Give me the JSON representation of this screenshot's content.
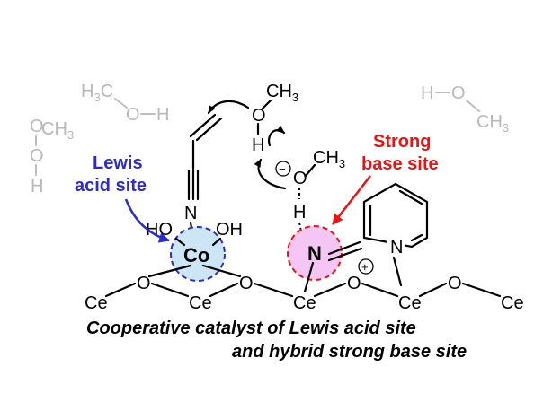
{
  "labels": {
    "lewis_line1": "Lewis",
    "lewis_line2": "acid site",
    "base_line1": "Strong",
    "base_line2": "base site"
  },
  "atoms": {
    "co": "Co",
    "n_imine": "N",
    "n_pyridine": "N",
    "n_nitrile": "N",
    "o": "O",
    "h": "H",
    "ho": "HO",
    "oh": "OH",
    "ce": "Ce",
    "ch": "CH",
    "h3c": "H",
    "c": "C",
    "three": "3",
    "minus": "−",
    "plus": "+"
  },
  "caption": {
    "line1": "Cooperative catalyst of Lewis acid site",
    "line2": "and hybrid strong base site"
  },
  "colors": {
    "lewis_site_fill": "#cce6f5",
    "lewis_site_border": "#2b2bd6",
    "base_site_fill": "#f5c6f3",
    "base_site_border": "#ee1111",
    "lewis_text": "#2b2bd6",
    "base_text": "#ee1111",
    "faded_molecule": "#b8b8b8"
  }
}
